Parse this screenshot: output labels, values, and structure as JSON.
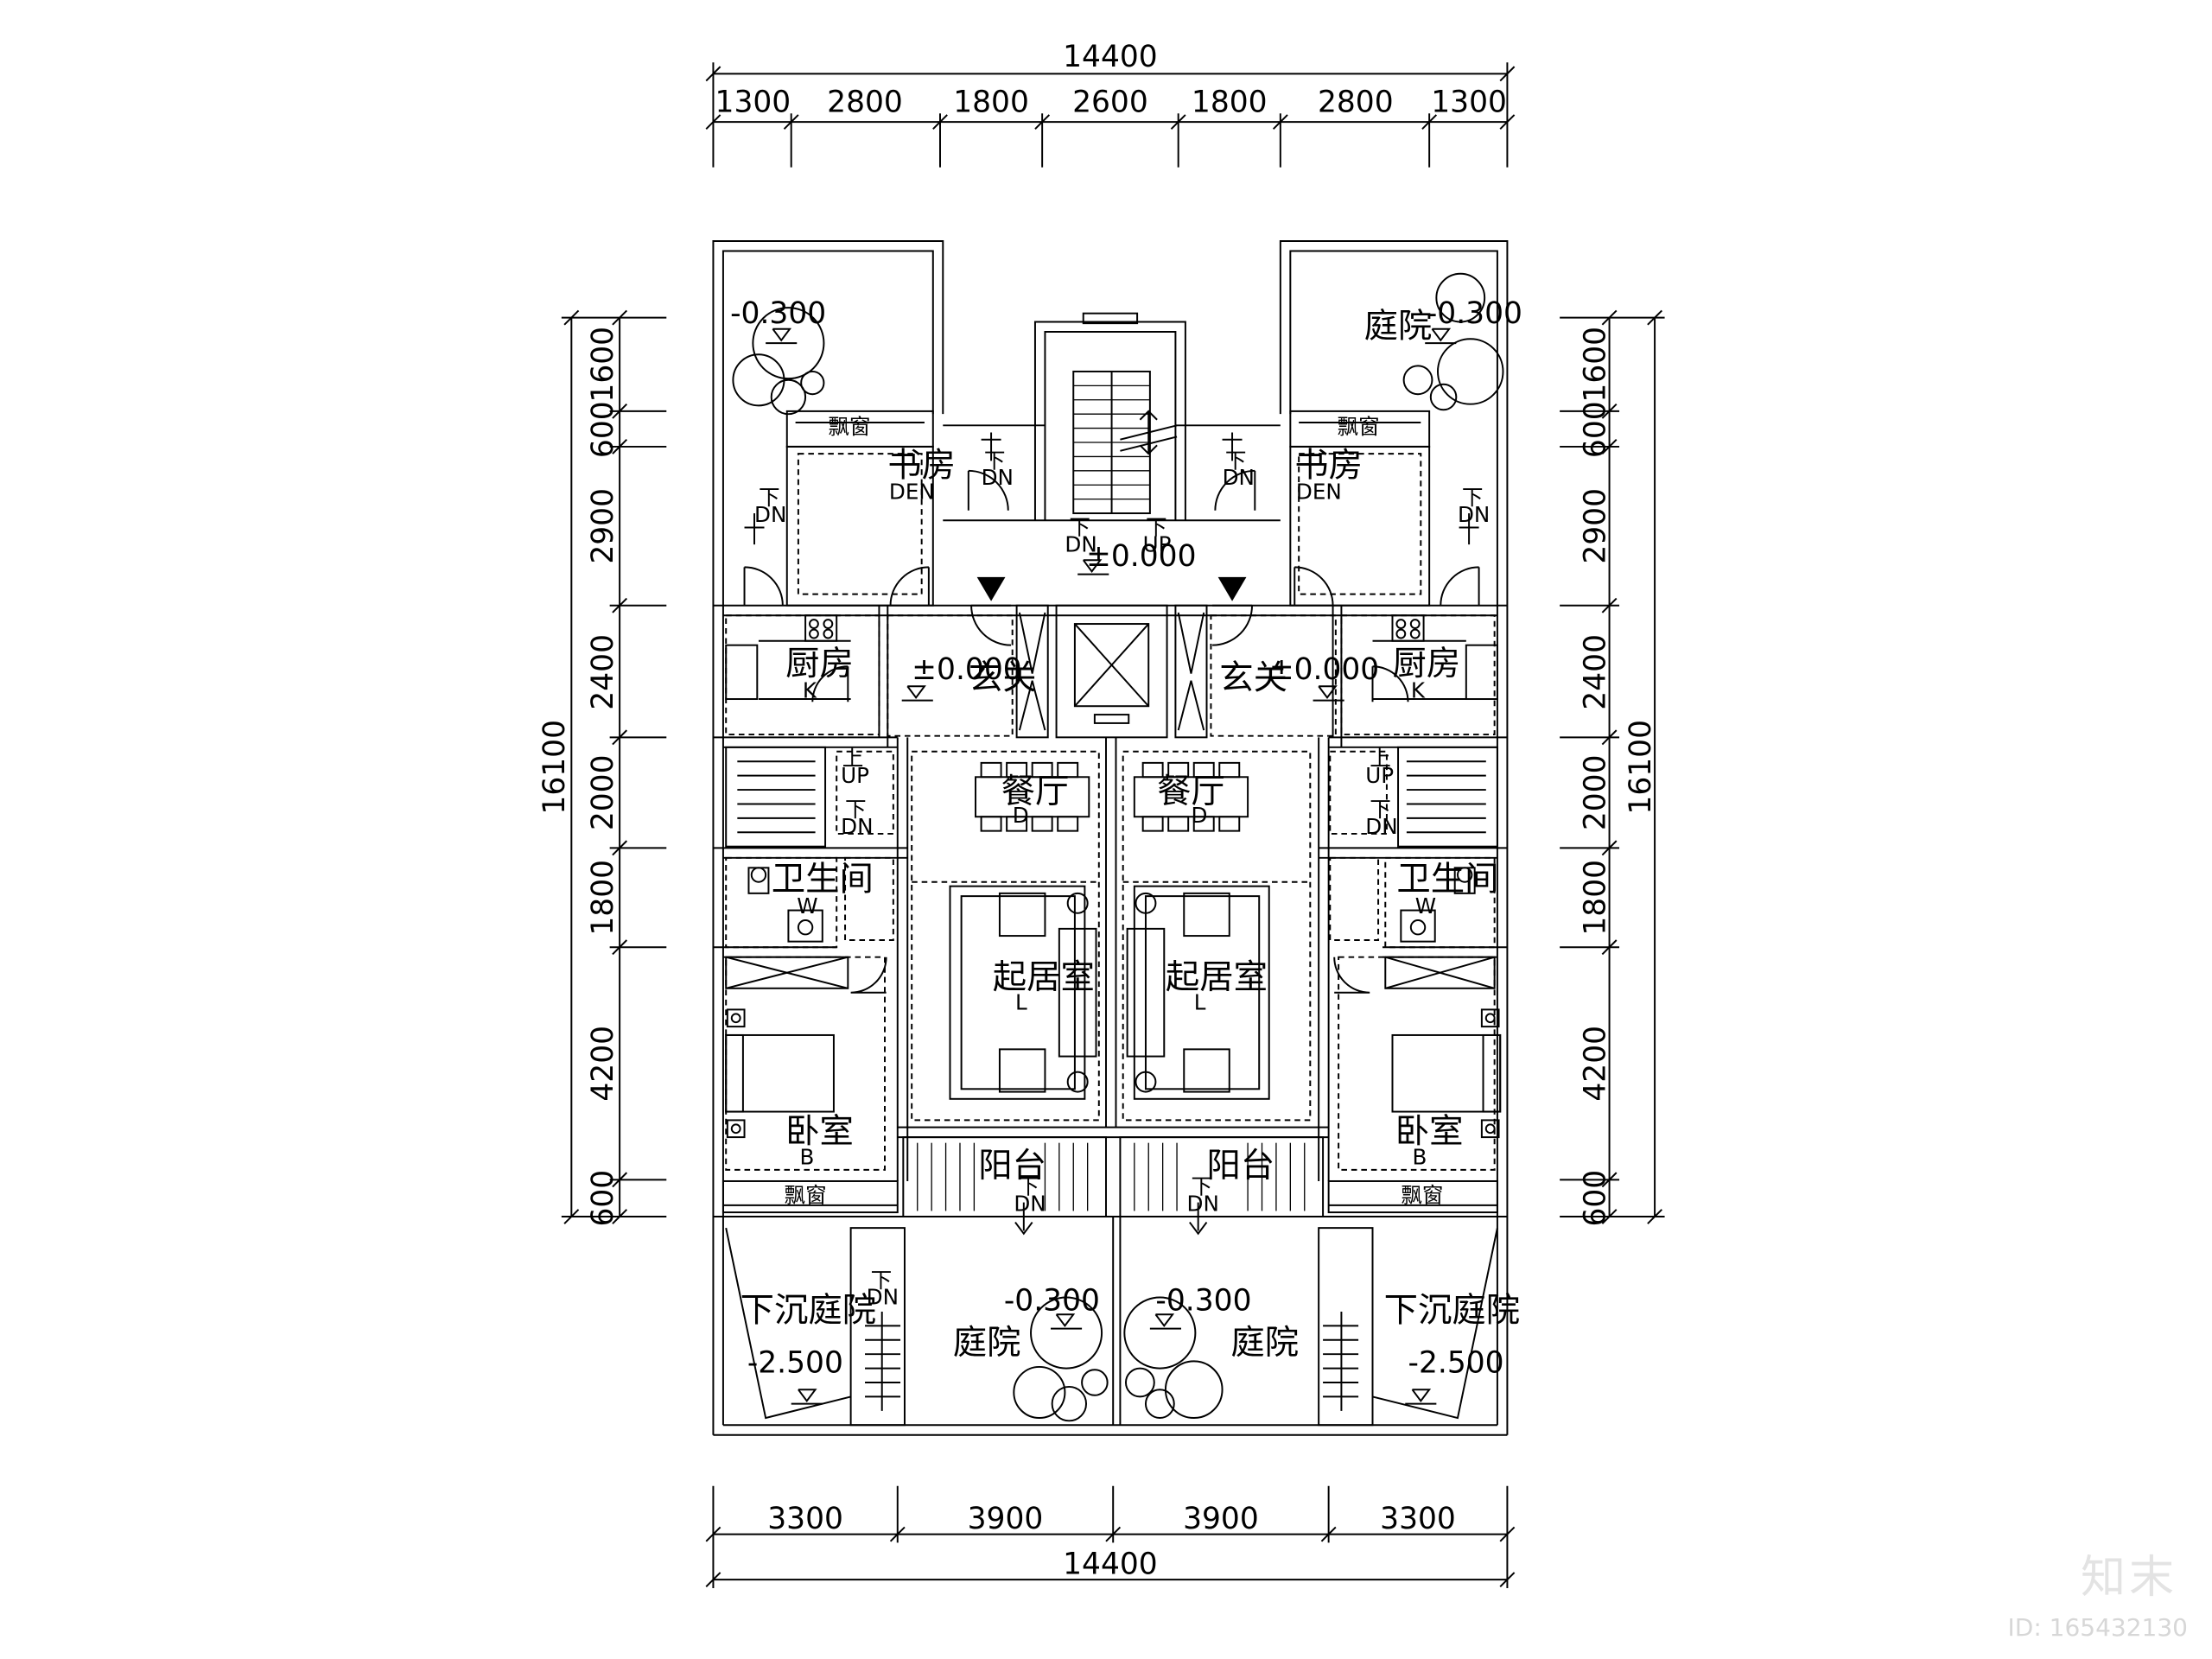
{
  "drawing": {
    "top_overall": "14400",
    "top_segments": [
      "1300",
      "2800",
      "1800",
      "2600",
      "1800",
      "2800",
      "1300"
    ],
    "bottom_segments": [
      "3300",
      "3900",
      "3900",
      "3300"
    ],
    "bottom_overall": "14400",
    "side_total": "16100",
    "side_segments": [
      "1600",
      "600",
      "2900",
      "2400",
      "2000",
      "1800",
      "4200",
      "600"
    ]
  },
  "labels": {
    "courtyard": "庭院",
    "sunken_courtyard": "下沉庭院",
    "study": "书房",
    "study_code": "DEN",
    "kitchen": "厨房",
    "kitchen_code": "K",
    "foyer": "玄关",
    "dining": "餐厅",
    "dining_code": "D",
    "living": "起居室",
    "living_code": "L",
    "bathroom": "卫生间",
    "bath_code": "W",
    "bedroom": "卧室",
    "bedroom_code": "B",
    "balcony": "阳台",
    "window_bay": "飘窗",
    "down_cn": "下",
    "down_en": "DN",
    "up_cn": "上",
    "up_en": "UP"
  },
  "levels": {
    "courtyard": "-0.300",
    "sunken": "-2.500",
    "zero": "±0.000"
  },
  "watermark": {
    "logo": "知末",
    "id": "ID: 165432130"
  }
}
